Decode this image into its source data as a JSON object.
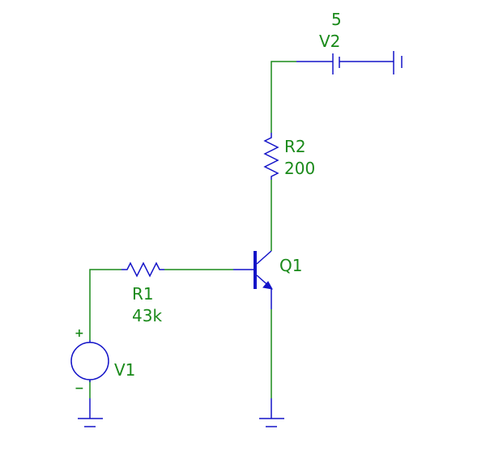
{
  "components": {
    "r1": {
      "ref": "R1",
      "value": "43k"
    },
    "r2": {
      "ref": "R2",
      "value": "200"
    },
    "q1": {
      "ref": "Q1"
    },
    "v1": {
      "ref": "V1",
      "plus": "+",
      "minus": "−"
    },
    "v2": {
      "ref": "V2",
      "value": "5"
    }
  },
  "colors": {
    "wire": "#1a8a1a",
    "component": "#1414c8",
    "label": "#1a8a1a"
  }
}
